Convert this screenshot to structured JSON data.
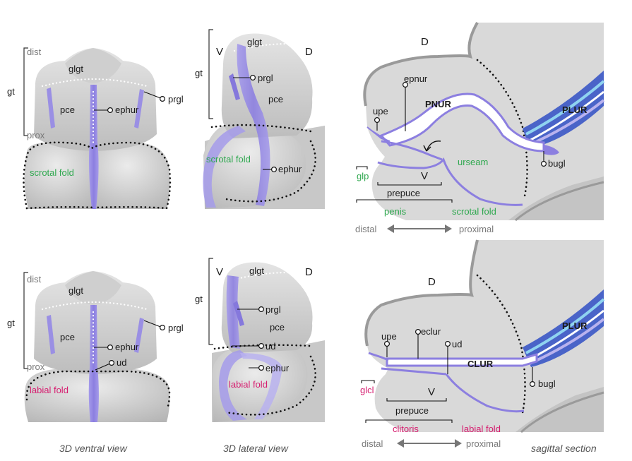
{
  "colors": {
    "tissue": "#d9d9d9",
    "tissue_dark": "#c2c2c2",
    "purple": "#8c7fe0",
    "purple_light": "#b9b2ee",
    "blue": "#4a64c8",
    "cyan": "#8fd3f0",
    "green": "#2fa84f",
    "pink": "#d61d6f",
    "grey_text": "#7a7a7a"
  },
  "ventral_male": {
    "dist": "dist",
    "prox": "prox",
    "gt": "gt",
    "glgt": "glgt",
    "pce": "pce",
    "ephur": "ephur",
    "prgl": "prgl",
    "fold": "scrotal fold"
  },
  "lateral_male": {
    "V": "V",
    "D": "D",
    "gt": "gt",
    "glgt": "glgt",
    "prgl": "prgl",
    "pce": "pce",
    "fold": "scrotal fold",
    "ephur": "ephur"
  },
  "sagittal_male": {
    "D": "D",
    "epnur": "epnur",
    "PNUR": "PNUR",
    "PLUR": "PLUR",
    "upe": "upe",
    "urseam": "urseam",
    "bugl": "bugl",
    "glp": "glp",
    "V": "V",
    "prepuce": "prepuce",
    "organ": "penis",
    "fold": "scrotal fold",
    "distal": "distal",
    "proximal": "proximal"
  },
  "ventral_female": {
    "dist": "dist",
    "prox": "prox",
    "gt": "gt",
    "glgt": "glgt",
    "pce": "pce",
    "ephur": "ephur",
    "prgl": "prgl",
    "ud": "ud",
    "fold": "labial fold"
  },
  "lateral_female": {
    "V": "V",
    "D": "D",
    "gt": "gt",
    "glgt": "glgt",
    "prgl": "prgl",
    "pce": "pce",
    "ud": "ud",
    "ephur": "ephur",
    "fold": "labial fold"
  },
  "sagittal_female": {
    "D": "D",
    "upe": "upe",
    "eclur": "eclur",
    "ud": "ud",
    "PLUR": "PLUR",
    "CLUR": "CLUR",
    "bugl": "bugl",
    "glcl": "glcl",
    "V": "V",
    "prepuce": "prepuce",
    "organ": "clitoris",
    "fold": "labial fold",
    "distal": "distal",
    "proximal": "proximal"
  },
  "captions": {
    "ventral": "3D ventral view",
    "lateral": "3D lateral view",
    "sagittal": "sagittal section"
  }
}
